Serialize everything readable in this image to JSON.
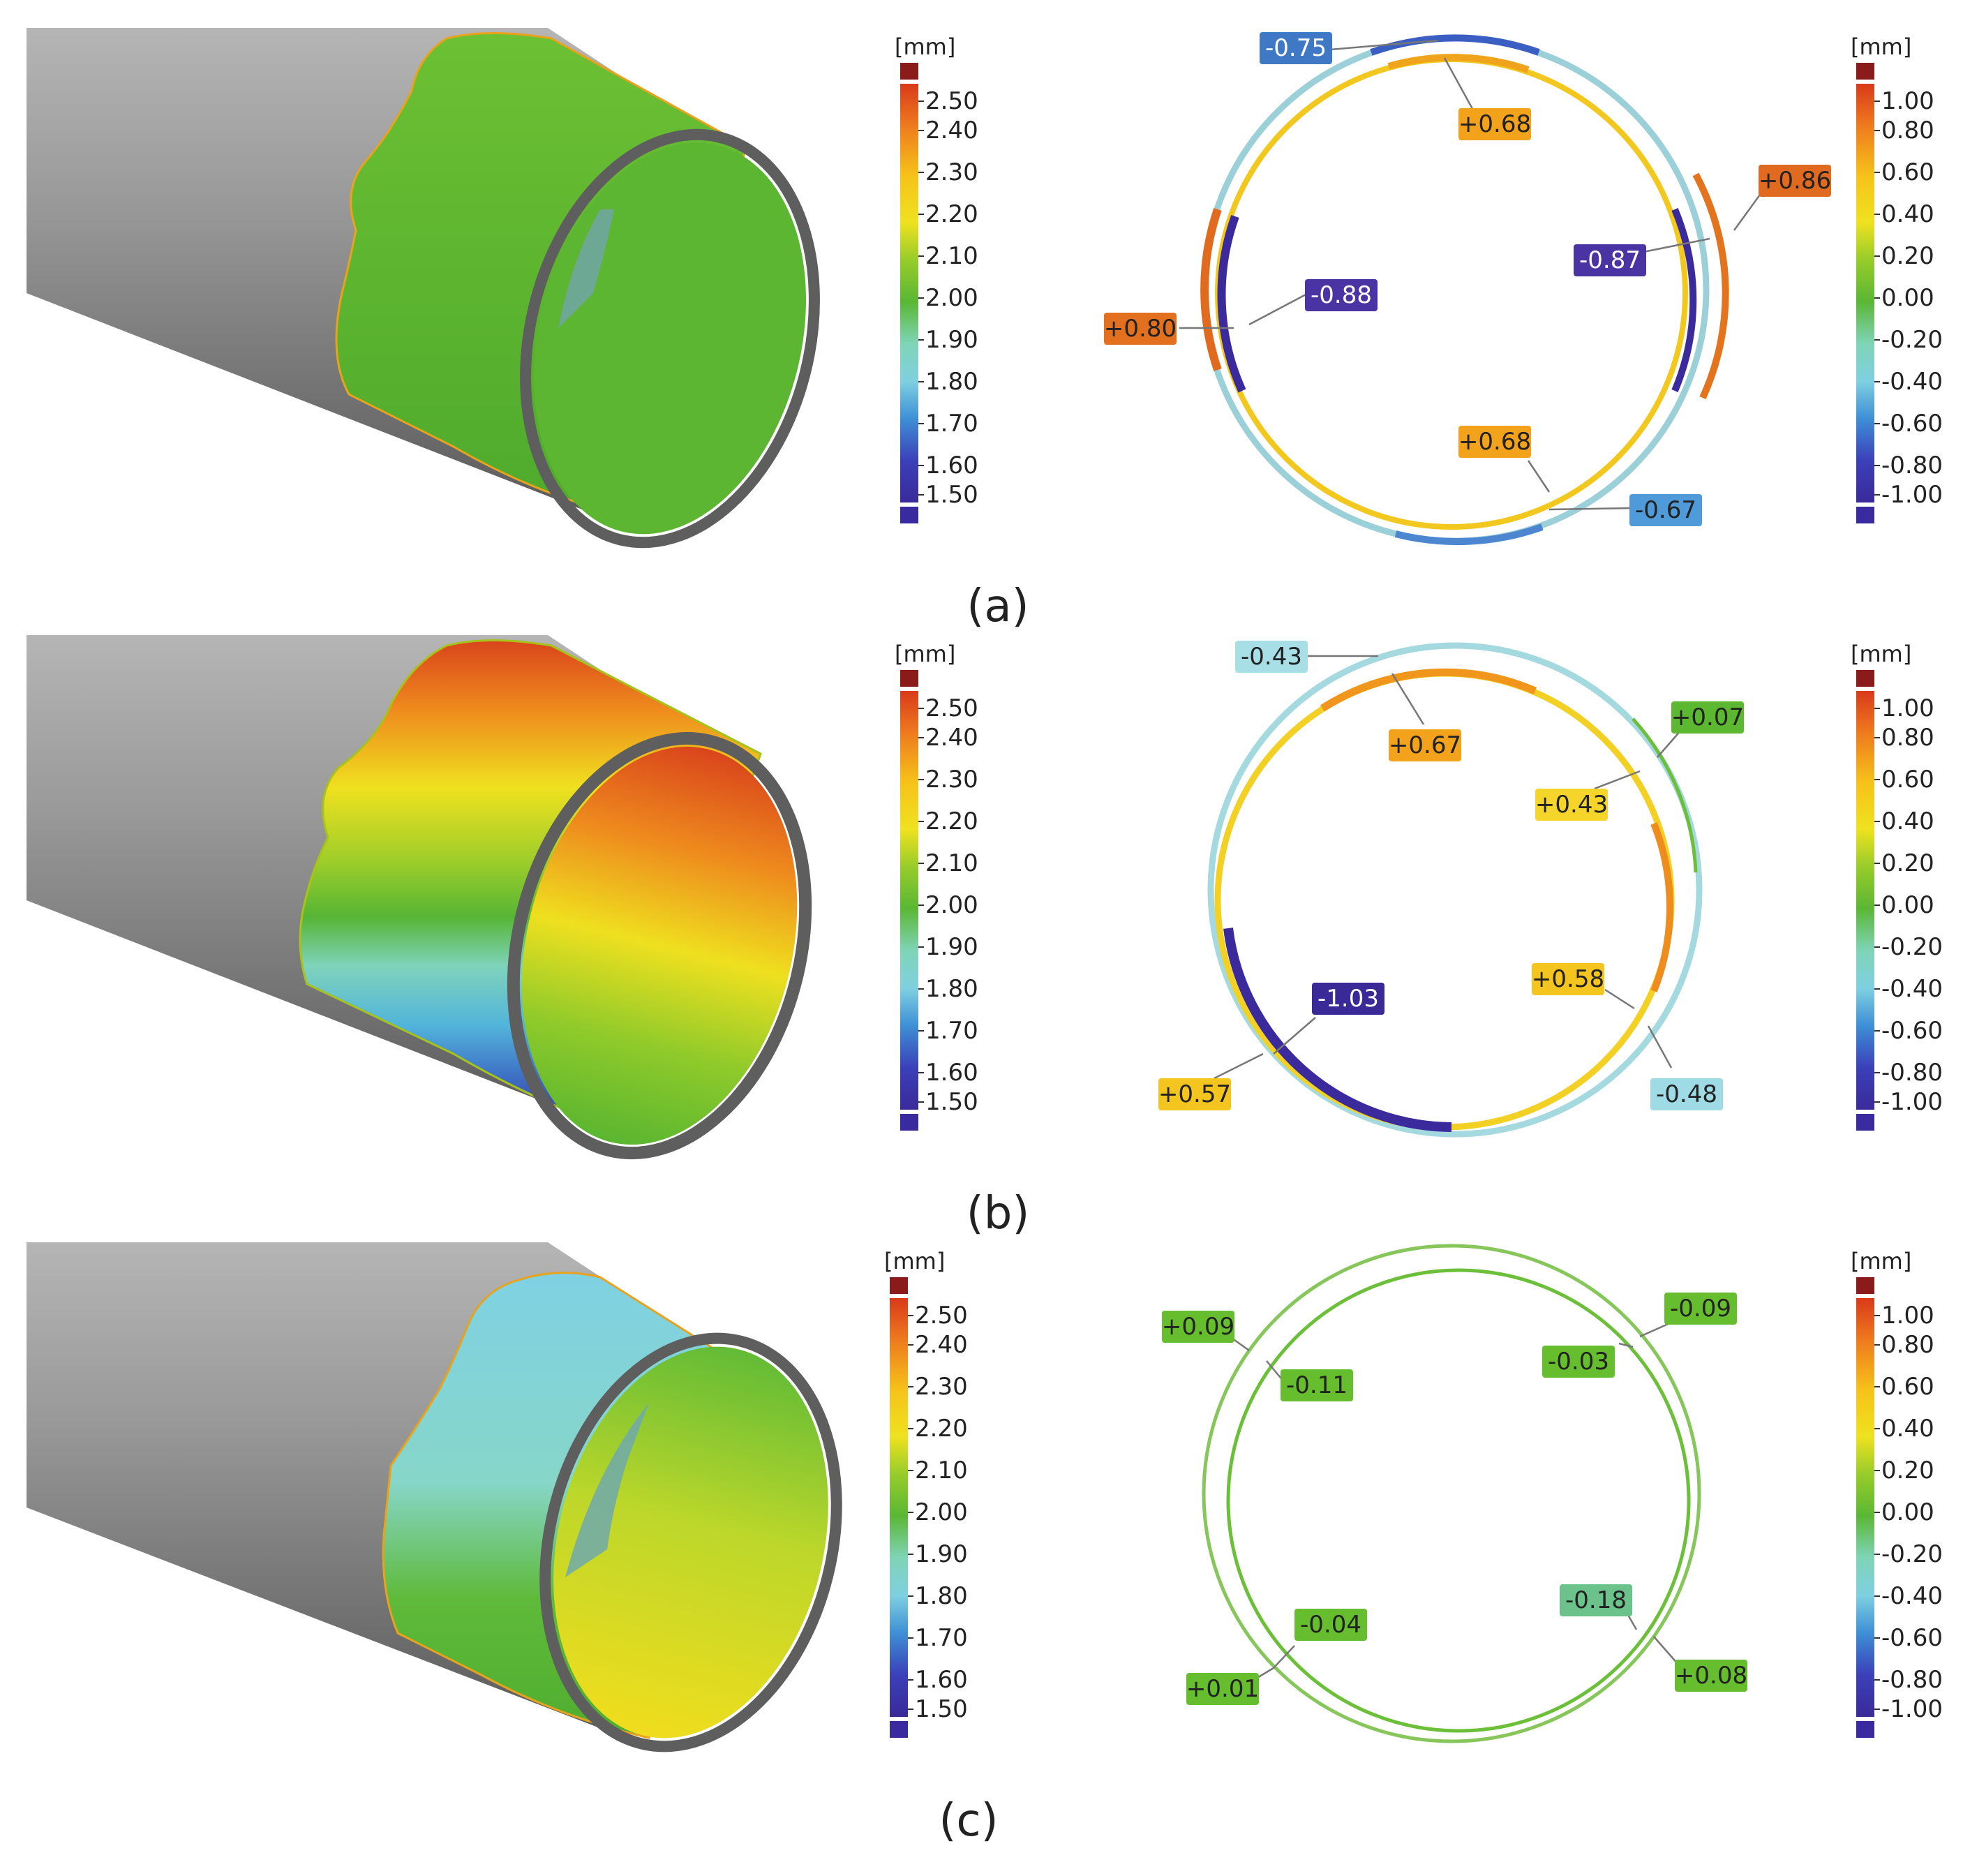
{
  "unit_label": "[mm]",
  "thickness_scale": {
    "ticks": [
      "2.50",
      "2.40",
      "2.30",
      "2.20",
      "2.10",
      "2.00",
      "1.90",
      "1.80",
      "1.70",
      "1.60",
      "1.50"
    ]
  },
  "deviation_scale": {
    "ticks": [
      "1.00",
      "0.80",
      "0.60",
      "0.40",
      "0.20",
      "0.00",
      "-0.20",
      "-0.40",
      "-0.60",
      "-0.80",
      "-1.00"
    ]
  },
  "colors": {
    "scale_top_cap": "#8b1a1a",
    "scale_bottom_cap": "#3a2aa0",
    "gradient": [
      "#d93a1a",
      "#ee7a1e",
      "#f6c21a",
      "#efe21f",
      "#98cc2a",
      "#5ab734",
      "#7fd4b6",
      "#7fd0e0",
      "#3e8fd6",
      "#3b40b8",
      "#3a2a9a"
    ],
    "pipe_gray": "#8d8d8d",
    "pipe_rim": "#5e5e5e"
  },
  "panels": [
    {
      "id": "a",
      "label": "(a)",
      "callouts": [
        {
          "text": "-0.75",
          "bg": "#3f78c4",
          "fg": "#ffffff"
        },
        {
          "text": "+0.68",
          "bg": "#f3a21c",
          "fg": "#222222"
        },
        {
          "text": "+0.86",
          "bg": "#e06a1f",
          "fg": "#222222"
        },
        {
          "text": "-0.87",
          "bg": "#4a34a4",
          "fg": "#ffffff"
        },
        {
          "text": "-0.88",
          "bg": "#4a34a4",
          "fg": "#ffffff"
        },
        {
          "text": "+0.80",
          "bg": "#e2701f",
          "fg": "#222222"
        },
        {
          "text": "+0.68",
          "bg": "#f3a21c",
          "fg": "#222222"
        },
        {
          "text": "-0.67",
          "bg": "#4f9ad8",
          "fg": "#222222"
        }
      ]
    },
    {
      "id": "b",
      "label": "(b)",
      "callouts": [
        {
          "text": "-0.43",
          "bg": "#a8dfe6",
          "fg": "#222222"
        },
        {
          "text": "+0.67",
          "bg": "#f3a21c",
          "fg": "#222222"
        },
        {
          "text": "+0.07",
          "bg": "#5cb830",
          "fg": "#222222"
        },
        {
          "text": "+0.43",
          "bg": "#f6d52a",
          "fg": "#222222"
        },
        {
          "text": "-1.03",
          "bg": "#3a2a98",
          "fg": "#ffffff"
        },
        {
          "text": "+0.58",
          "bg": "#f5c51f",
          "fg": "#222222"
        },
        {
          "text": "+0.57",
          "bg": "#f5c51f",
          "fg": "#222222"
        },
        {
          "text": "-0.48",
          "bg": "#9fdbe4",
          "fg": "#222222"
        }
      ]
    },
    {
      "id": "c",
      "label": "(c)",
      "callouts": [
        {
          "text": "+0.09",
          "bg": "#66be2e",
          "fg": "#222222"
        },
        {
          "text": "-0.09",
          "bg": "#66be2e",
          "fg": "#222222"
        },
        {
          "text": "-0.03",
          "bg": "#66be2e",
          "fg": "#222222"
        },
        {
          "text": "-0.11",
          "bg": "#66be2e",
          "fg": "#222222"
        },
        {
          "text": "-0.04",
          "bg": "#66be2e",
          "fg": "#222222"
        },
        {
          "text": "-0.18",
          "bg": "#6bc28a",
          "fg": "#222222"
        },
        {
          "text": "+0.01",
          "bg": "#66be2e",
          "fg": "#222222"
        },
        {
          "text": "+0.08",
          "bg": "#66be2e",
          "fg": "#222222"
        }
      ]
    }
  ]
}
